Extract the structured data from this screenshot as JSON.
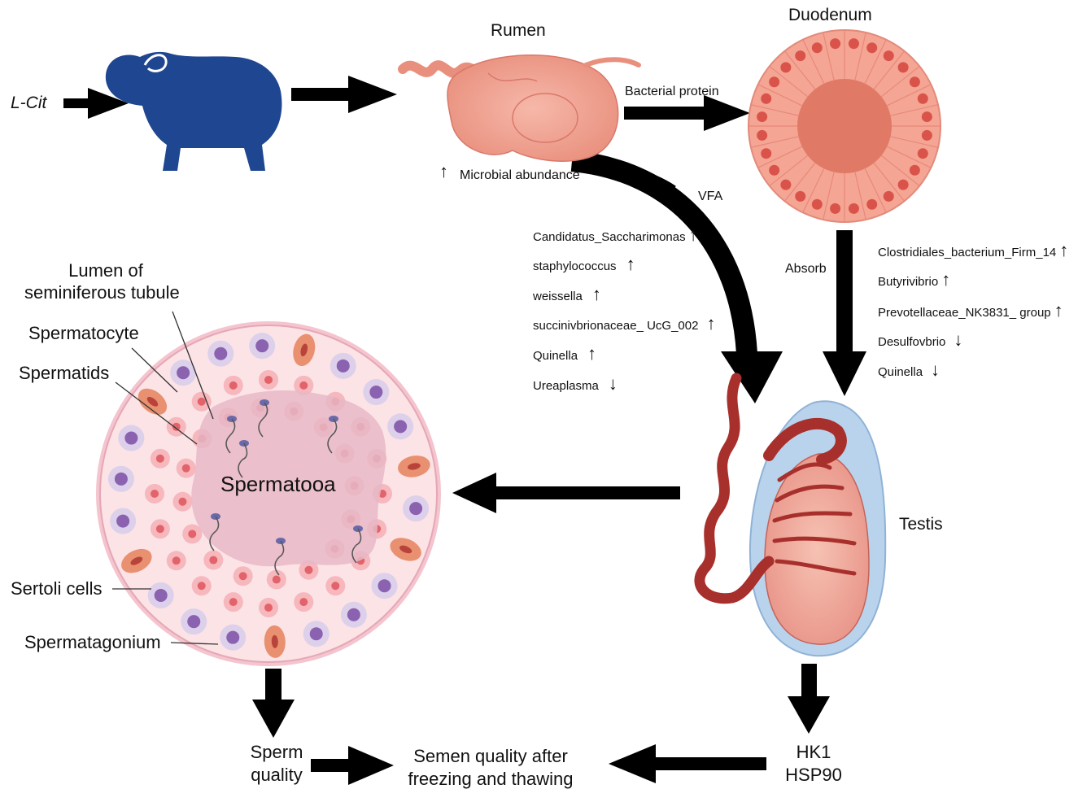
{
  "input": {
    "label": "L-Cit"
  },
  "rumen": {
    "title": "Rumen",
    "note_arrow": "↑",
    "note": "Microbial abundance"
  },
  "duodenum": {
    "title": "Duodenum"
  },
  "links": {
    "bacterial_protein": "Bacterial protein",
    "vfa": "VFA",
    "absorb": "Absorb"
  },
  "vfa_bacteria": [
    {
      "name": "Candidatus_Saccharimonas",
      "trend": "↑"
    },
    {
      "name": "staphylococcus",
      "trend": "↑"
    },
    {
      "name": "weissella",
      "trend": "↑"
    },
    {
      "name": "succinivbrionaceae_ UcG_002",
      "trend": "↑"
    },
    {
      "name": "Quinella",
      "trend": "↑"
    },
    {
      "name": "Ureaplasma",
      "trend": "↓"
    }
  ],
  "absorb_bacteria": [
    {
      "name": "Clostridiales_bacterium_Firm_14",
      "trend": "↑"
    },
    {
      "name": "Butyrivibrio",
      "trend": "↑"
    },
    {
      "name": "Prevotellaceae_NK3831_ group",
      "trend": "↑"
    },
    {
      "name": "Desulfovbrio",
      "trend": "↓"
    },
    {
      "name": "Quinella",
      "trend": "↓"
    }
  ],
  "testis": {
    "title": "Testis"
  },
  "tubule": {
    "center": "Spermatooa",
    "labels": {
      "lumen_1": "Lumen of",
      "lumen_2": "seminiferous tubule",
      "spermatocyte": "Spermatocyte",
      "spermatids": "Spermatids",
      "sertoli": "Sertoli cells",
      "spermatagonium": "Spermatagonium"
    }
  },
  "outputs": {
    "sperm_1": "Sperm",
    "sperm_2": "quality",
    "semen_1": "Semen quality after",
    "semen_2": "freezing and thawing",
    "hk1": "HK1",
    "hsp90": "HSP90"
  },
  "colors": {
    "sheep": "#1f4690",
    "rumen": "#f2a596",
    "duodenum": "#f4a594",
    "duodenum_core": "#e07a66",
    "testis_outer": "#b9d3ec",
    "epididymis": "#a8302c",
    "tubule_bg": "#fbe3e6",
    "lumen": "#e7b9c7",
    "arrow": "#000000"
  }
}
